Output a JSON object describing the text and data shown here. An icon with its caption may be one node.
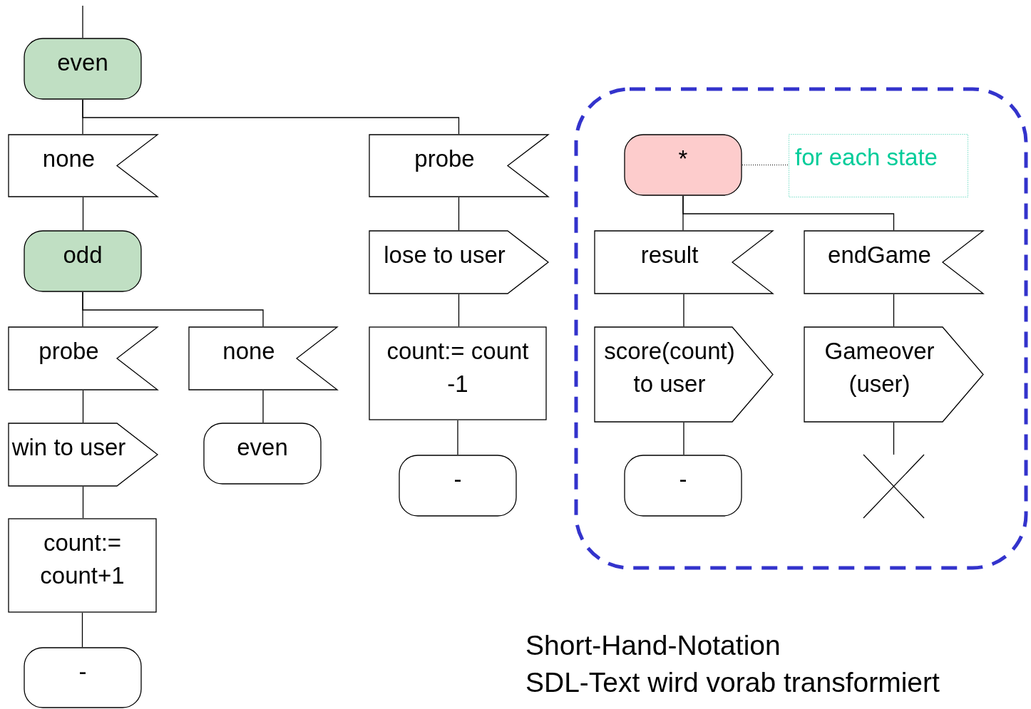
{
  "diagram": {
    "nodes": [
      {
        "text": [
          "even"
        ]
      },
      {
        "text": [
          "none"
        ]
      },
      {
        "text": [
          "probe"
        ]
      },
      {
        "text": [
          "odd"
        ]
      },
      {
        "text": [
          "lose to user"
        ]
      },
      {
        "text": [
          "probe"
        ]
      },
      {
        "text": [
          "none"
        ]
      },
      {
        "text": [
          "count:= count -1"
        ]
      },
      {
        "text": [
          "win to user"
        ]
      },
      {
        "text": [
          "even"
        ]
      },
      {
        "text": [
          "-"
        ]
      },
      {
        "text": [
          "count:= count+1"
        ]
      },
      {
        "text": [
          "-"
        ]
      },
      {
        "text": [],
        "shape": "box"
      },
      {
        "text": [
          "*"
        ],
        "in": 13
      },
      {
        "text": [
          "for each state"
        ],
        "in": 13
      },
      {
        "text": [
          "result"
        ],
        "in": 13
      },
      {
        "text": [
          "endGame"
        ],
        "in": 13
      },
      {
        "text": [
          "score(count) to user"
        ],
        "in": 13
      },
      {
        "text": [
          "Gameover (user)"
        ],
        "in": 13
      },
      {
        "text": [
          "-"
        ],
        "in": 13
      },
      {
        "text": [],
        "shape": "cross",
        "in": 13
      }
    ],
    "edges": [
      {
        "from": null,
        "to": 0,
        "arrow": "none"
      },
      {
        "from": 0,
        "to": 1,
        "arrow": "none"
      },
      {
        "from": 0,
        "to": 2,
        "arrow": "none"
      },
      {
        "from": 1,
        "to": 3,
        "arrow": "none"
      },
      {
        "from": 3,
        "to": 5,
        "arrow": "none"
      },
      {
        "from": 3,
        "to": 6,
        "arrow": "none"
      },
      {
        "from": 5,
        "to": 8,
        "arrow": "none"
      },
      {
        "from": 8,
        "to": 11,
        "arrow": "none"
      },
      {
        "from": 11,
        "to": 12,
        "arrow": "none"
      },
      {
        "from": 6,
        "to": 9,
        "arrow": "none"
      },
      {
        "from": 2,
        "to": 4,
        "arrow": "none"
      },
      {
        "from": 4,
        "to": 7,
        "arrow": "none"
      },
      {
        "from": 7,
        "to": 10,
        "arrow": "none"
      },
      {
        "from": 14,
        "to": 15,
        "arrow": "none",
        "style": "dashed"
      },
      {
        "from": 14,
        "to": 16,
        "arrow": "none"
      },
      {
        "from": 14,
        "to": 17,
        "arrow": "none"
      },
      {
        "from": 16,
        "to": 18,
        "arrow": "none"
      },
      {
        "from": 18,
        "to": 20,
        "arrow": "none"
      },
      {
        "from": 17,
        "to": 19,
        "arrow": "none"
      },
      {
        "from": 19,
        "to": 21,
        "arrow": "none"
      }
    ],
    "labels": [
      "Short-Hand-Notation",
      "SDL-Text wird vorab transformiert"
    ]
  }
}
